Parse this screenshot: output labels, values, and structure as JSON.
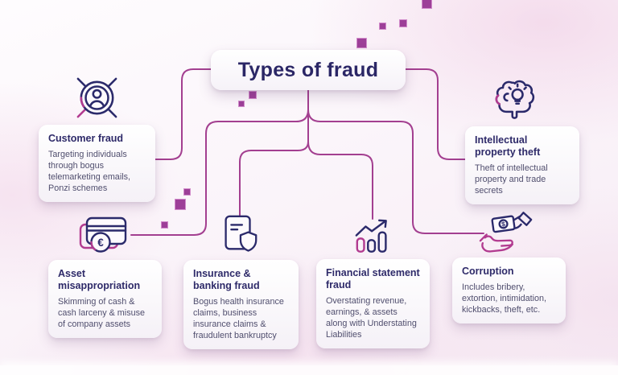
{
  "title": "Types of fraud",
  "colors": {
    "connector_line": "#a33f90",
    "heading_text": "#2e2a69",
    "body_text": "#504e6e",
    "icon_navy": "#2b2a6b",
    "icon_magenta": "#b23b90",
    "deco_square": "#9d3f98"
  },
  "icons": {
    "euro_symbol": "€",
    "dollar_symbol": "$"
  },
  "nodes": [
    {
      "id": "customer-fraud",
      "icon": "person-target-icon",
      "heading": "Customer fraud",
      "description": "Targeting individuals through bogus telemarketing emails, Ponzi schemes"
    },
    {
      "id": "intellectual-property-theft",
      "icon": "brain-idea-icon",
      "heading": "Intellectual property theft",
      "description": "Theft of intellectual property and trade secrets"
    },
    {
      "id": "asset-misappropriation",
      "icon": "credit-card-euro-icon",
      "heading": "Asset misappropriation",
      "description": "Skimming of cash & cash larceny & misuse of company assets"
    },
    {
      "id": "insurance-banking-fraud",
      "icon": "document-shield-icon",
      "heading": "Insurance & banking fraud",
      "description": "Bogus health insurance claims, business insurance claims & fraudulent bankruptcy"
    },
    {
      "id": "financial-statement-fraud",
      "icon": "growth-chart-icon",
      "heading": "Financial statement fraud",
      "description": "Overstating revenue, earnings, & assets along with Understating Liabilities"
    },
    {
      "id": "corruption",
      "icon": "bribe-hands-icon",
      "heading": "Corruption",
      "description": "Includes bribery, extortion, intimidation, kickbacks, theft, etc."
    }
  ]
}
